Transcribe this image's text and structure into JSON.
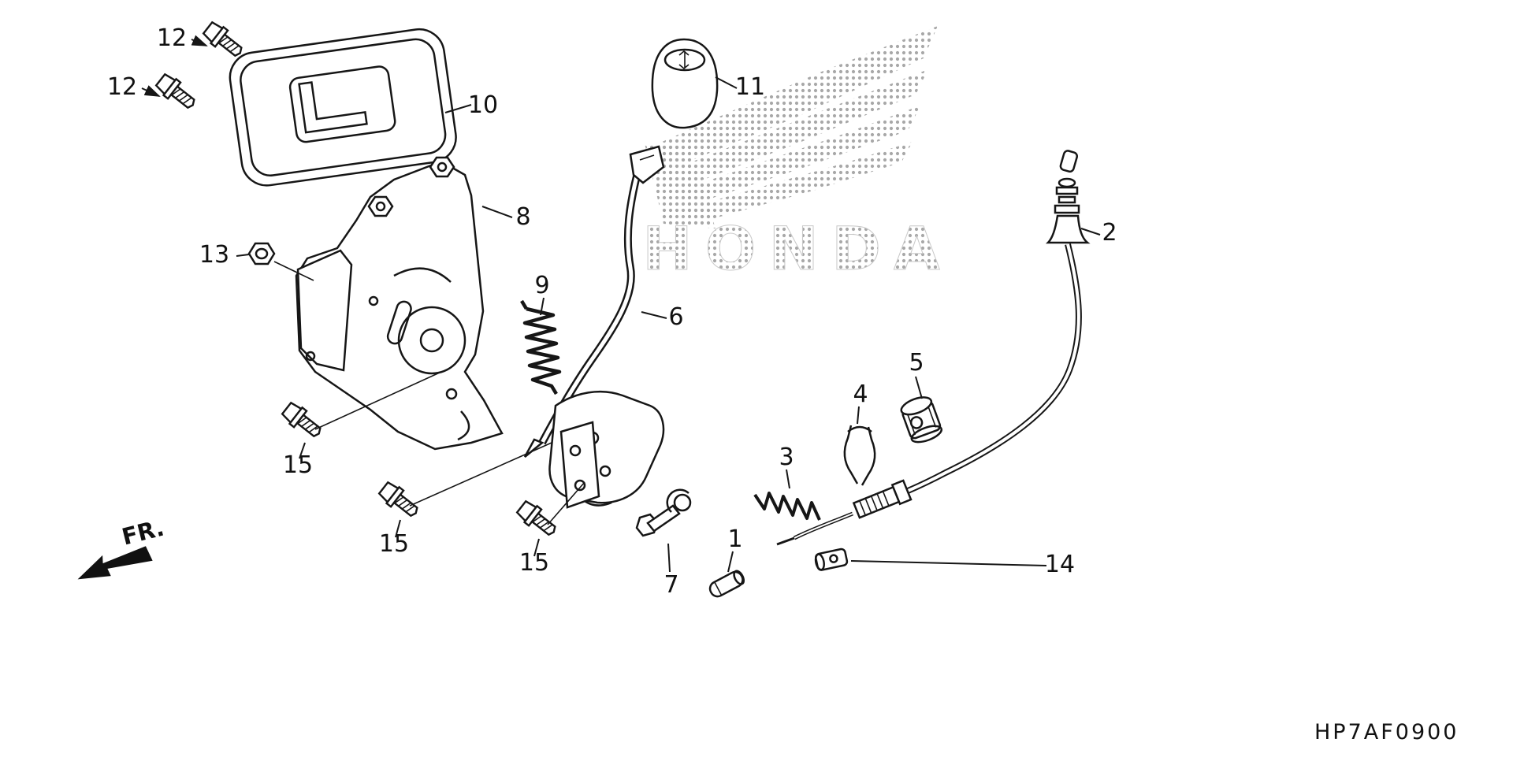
{
  "diagram": {
    "code": "HP7AF0900",
    "fr_label": "FR.",
    "watermark_text": "HONDA",
    "callouts": {
      "c1": "1",
      "c2": "2",
      "c3": "3",
      "c4": "4",
      "c5": "5",
      "c6": "6",
      "c7": "7",
      "c8": "8",
      "c9": "9",
      "c10": "10",
      "c11": "11",
      "c12a": "12",
      "c12b": "12",
      "c13": "13",
      "c14": "14",
      "c15a": "15",
      "c15b": "15",
      "c15c": "15"
    }
  }
}
